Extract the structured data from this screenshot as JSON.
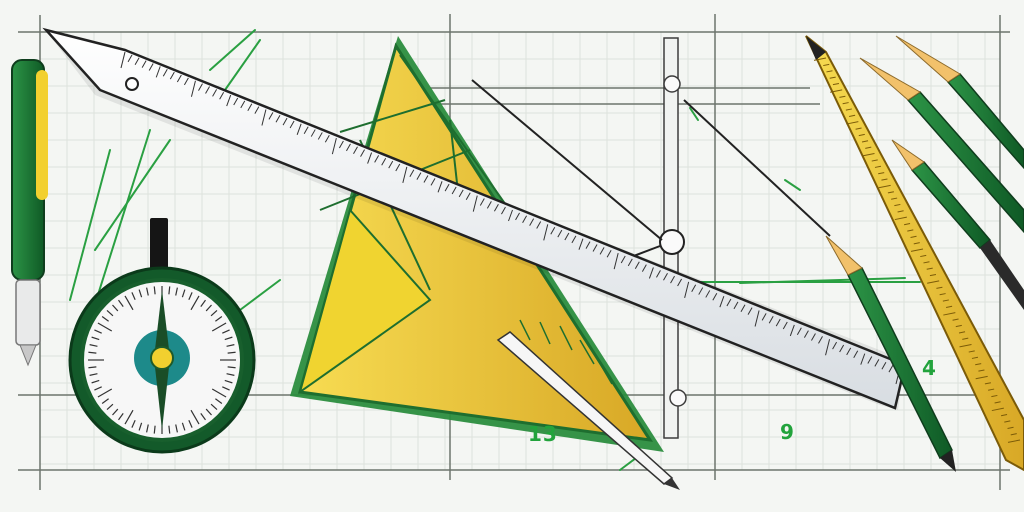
{
  "scene": {
    "description_free": true,
    "colors": {
      "paper": "#f4f6f3",
      "grid": "#cfd6cf",
      "grid_bold": "#7c857c",
      "green": "#1f7a36",
      "green_dark": "#0f4d22",
      "yellow": "#f2d73a",
      "yellow_dark": "#caa41c",
      "ruler": "#e9ecef",
      "ink": "#1d1d1d",
      "label_green": "#22a33c"
    },
    "icons": [
      "ruler-icon",
      "set-square-icon",
      "compass-gauge-icon",
      "pencil-icon",
      "pen-icon",
      "drafting-tool-icon"
    ]
  },
  "labels": {
    "left": "13",
    "middle": "9",
    "right": "4"
  }
}
